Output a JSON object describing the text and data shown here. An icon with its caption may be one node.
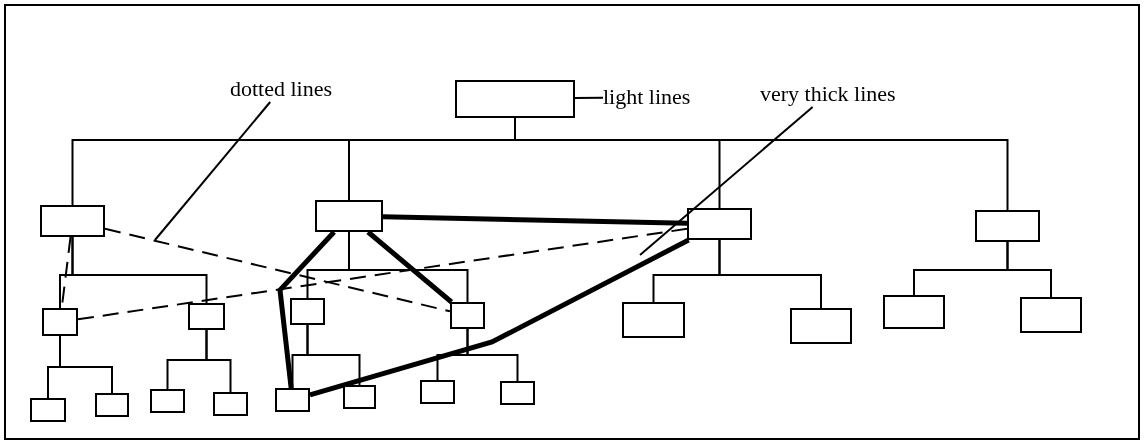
{
  "diagram": {
    "nodes": [
      {
        "text": [],
        "shape": "box"
      },
      {
        "text": [
          "light lines"
        ]
      },
      {
        "text": [
          "dotted lines"
        ]
      },
      {
        "text": [
          "very thick lines"
        ]
      },
      {
        "text": [],
        "shape": "box"
      },
      {
        "text": [],
        "shape": "box"
      },
      {
        "text": [],
        "shape": "box"
      },
      {
        "text": [],
        "shape": "box"
      },
      {
        "text": [],
        "shape": "box"
      },
      {
        "text": [],
        "shape": "box"
      },
      {
        "text": [],
        "shape": "box"
      },
      {
        "text": [],
        "shape": "box"
      },
      {
        "text": [],
        "shape": "box"
      },
      {
        "text": [],
        "shape": "box"
      },
      {
        "text": [],
        "shape": "box"
      },
      {
        "text": [],
        "shape": "box"
      },
      {
        "text": [],
        "shape": "box"
      },
      {
        "text": [],
        "shape": "box"
      },
      {
        "text": [],
        "shape": "box"
      },
      {
        "text": [],
        "shape": "box"
      },
      {
        "text": [],
        "shape": "box"
      },
      {
        "text": [],
        "shape": "box"
      },
      {
        "text": [],
        "shape": "box"
      },
      {
        "text": [],
        "shape": "box"
      }
    ],
    "edges": [
      {
        "from": 0,
        "to": 4,
        "arrow": "none"
      },
      {
        "from": 0,
        "to": 5,
        "arrow": "none"
      },
      {
        "from": 0,
        "to": 6,
        "arrow": "none"
      },
      {
        "from": 0,
        "to": 7,
        "arrow": "none"
      },
      {
        "from": 4,
        "to": 8,
        "arrow": "none"
      },
      {
        "from": 4,
        "to": 9,
        "arrow": "none"
      },
      {
        "from": 5,
        "to": 10,
        "arrow": "none"
      },
      {
        "from": 5,
        "to": 11,
        "arrow": "none"
      },
      {
        "from": 6,
        "to": 12,
        "arrow": "none"
      },
      {
        "from": 6,
        "to": 13,
        "arrow": "none"
      },
      {
        "from": 7,
        "to": 14,
        "arrow": "none"
      },
      {
        "from": 7,
        "to": 15,
        "arrow": "none"
      },
      {
        "from": 8,
        "to": 16,
        "arrow": "none"
      },
      {
        "from": 8,
        "to": 17,
        "arrow": "none"
      },
      {
        "from": 9,
        "to": 18,
        "arrow": "none"
      },
      {
        "from": 9,
        "to": 19,
        "arrow": "none"
      },
      {
        "from": 10,
        "to": 20,
        "arrow": "none"
      },
      {
        "from": 10,
        "to": 21,
        "arrow": "none"
      },
      {
        "from": 11,
        "to": 22,
        "arrow": "none"
      },
      {
        "from": 11,
        "to": 23,
        "arrow": "none"
      },
      {
        "from": 4,
        "to": 8,
        "arrow": "none",
        "style": "dashed"
      },
      {
        "from": 4,
        "to": 11,
        "arrow": "none",
        "style": "dashed"
      },
      {
        "from": 8,
        "to": 6,
        "arrow": "none",
        "style": "dashed"
      },
      {
        "from": 5,
        "to": 6,
        "arrow": "none",
        "style": "thick"
      },
      {
        "from": 5,
        "to": 11,
        "arrow": "none",
        "style": "thick"
      },
      {
        "from": 5,
        "to": 20,
        "arrow": "none",
        "style": "thick"
      },
      {
        "from": 20,
        "to": 6,
        "arrow": "none",
        "style": "thick"
      },
      {
        "from": 1,
        "to": 0,
        "arrow": "none"
      },
      {
        "from": 2,
        "to": null,
        "arrow": "none"
      },
      {
        "from": 3,
        "to": null,
        "arrow": "none"
      }
    ]
  }
}
